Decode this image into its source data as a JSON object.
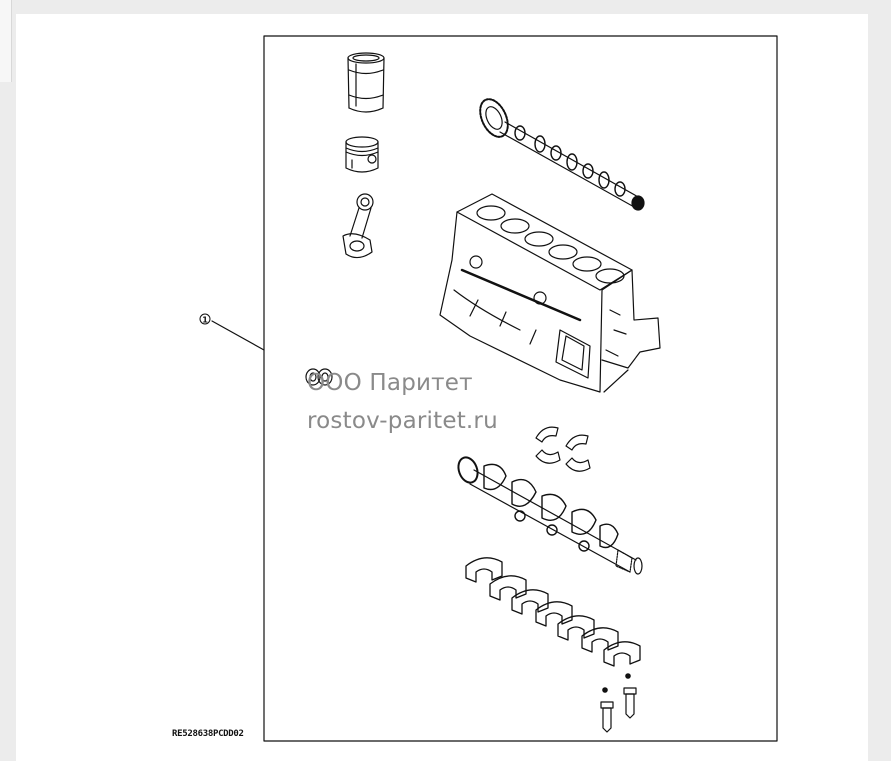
{
  "callout": {
    "number": "1"
  },
  "watermark": {
    "line1": "ООО Паритет",
    "line2": "rostov-paritet.ru"
  },
  "drawing_code": "RE528638PCDD02",
  "parts": [
    "cylinder-liner",
    "piston",
    "connecting-rod",
    "camshaft",
    "cylinder-block",
    "thrust-washers",
    "crankshaft",
    "main-bearing-shells",
    "main-bearing-caps",
    "bolts"
  ],
  "colors": {
    "line": "#111111",
    "watermark": "#8a8a8a",
    "page": "#ececec",
    "sheet": "#ffffff"
  }
}
